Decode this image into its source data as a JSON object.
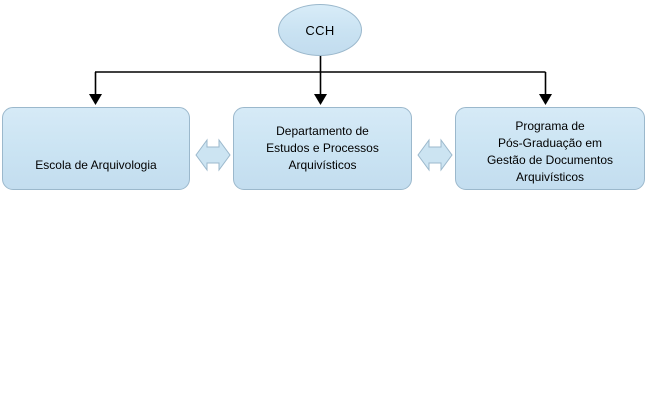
{
  "diagram": {
    "type": "organizational-hierarchy",
    "root": {
      "label": "CCH",
      "shape": "ellipse"
    },
    "units": [
      {
        "id": "escola",
        "label": "Escola de Arquivologia",
        "shape": "rounded-rectangle"
      },
      {
        "id": "departamento",
        "label": "Departamento de\nEstudos e Processos\nArquivísticos",
        "shape": "rounded-rectangle"
      },
      {
        "id": "programa",
        "label": "Programa de\nPós-Graduação em\nGestão de Documentos\nArquivísticos",
        "shape": "rounded-rectangle"
      }
    ],
    "hierarchy_connectors": [
      {
        "from": "CCH",
        "to": "escola",
        "style": "arrow-down"
      },
      {
        "from": "CCH",
        "to": "departamento",
        "style": "arrow-down"
      },
      {
        "from": "CCH",
        "to": "programa",
        "style": "arrow-down"
      }
    ],
    "lateral_connectors": [
      {
        "between": [
          "escola",
          "departamento"
        ],
        "style": "double-headed-block-arrow"
      },
      {
        "between": [
          "departamento",
          "programa"
        ],
        "style": "double-headed-block-arrow"
      }
    ],
    "colors": {
      "node_fill": "#cce4f2",
      "node_border": "#9bb8cc",
      "connector_line": "#000000",
      "text": "#000000",
      "background": "#ffffff"
    }
  }
}
